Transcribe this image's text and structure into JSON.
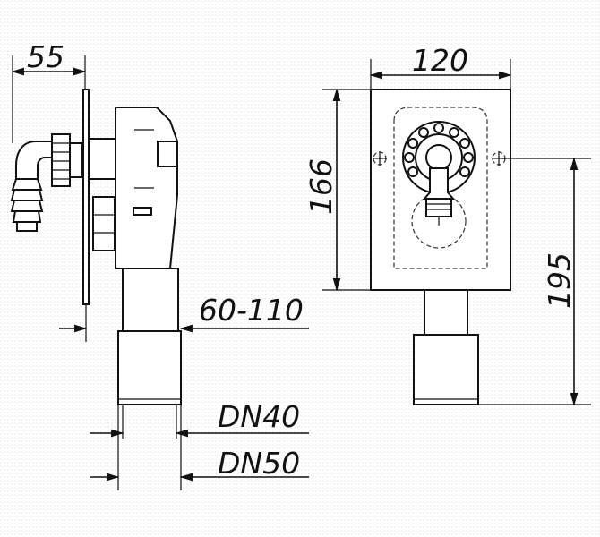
{
  "dimensions": {
    "side_depth": "55",
    "front_width": "120",
    "front_height": "166",
    "outlet_height": "195",
    "wall_range": "60-110",
    "pipe_dn40": "DN40",
    "pipe_dn50": "DN50"
  },
  "colors": {
    "line": "#111111",
    "background": "#ffffff",
    "hatch": "#e2e2e2"
  }
}
